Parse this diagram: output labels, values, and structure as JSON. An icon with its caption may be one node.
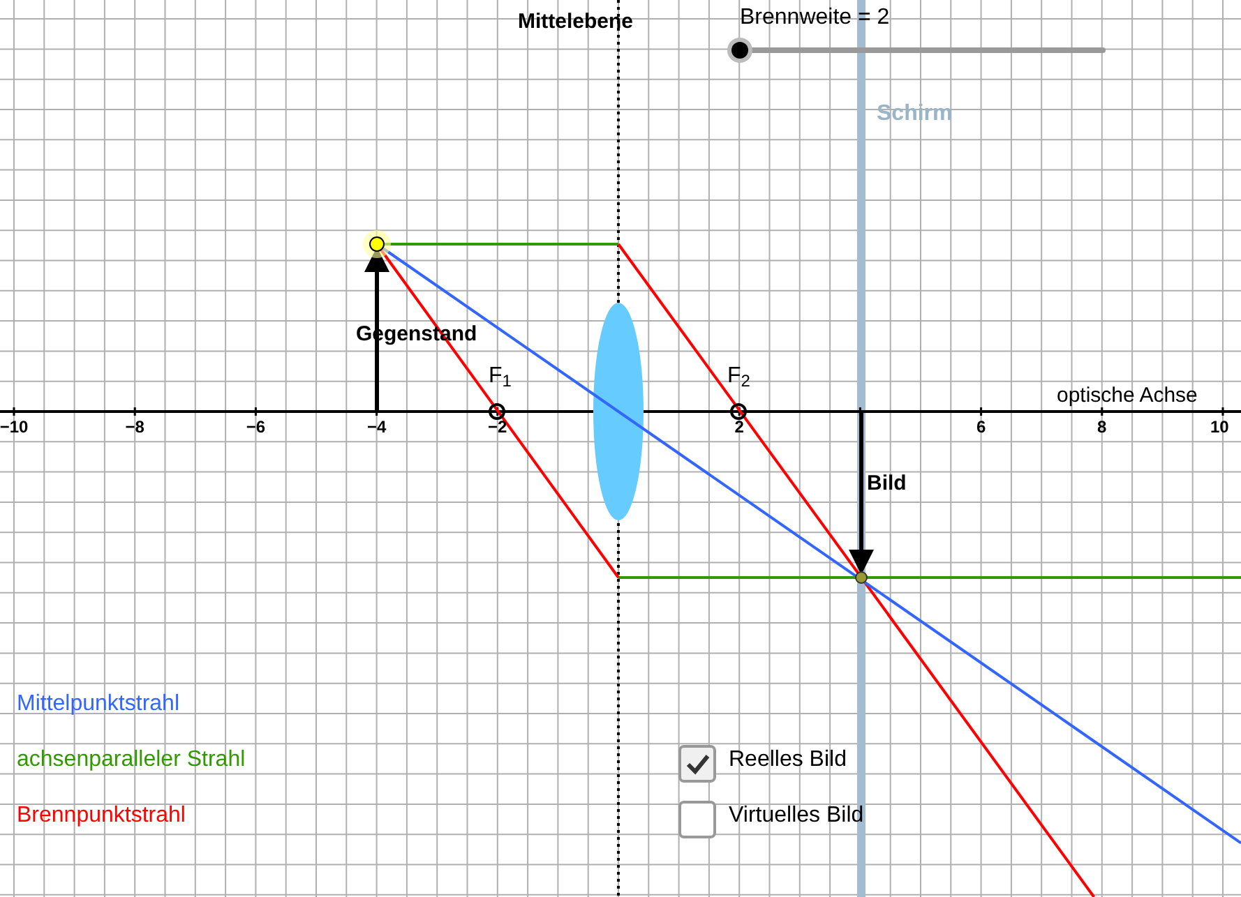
{
  "diagram": {
    "labels": [
      "Mittelebene",
      "Brennweite = 2",
      "Schirm",
      "Gegenstand",
      "F$_{1}$",
      "F$_{2}$",
      "optische Achse",
      "−10",
      "−8",
      "−6",
      "−4",
      "−2",
      "2",
      "6",
      "8",
      "10",
      "Bild",
      "Reelles Bild",
      "Virtuelles Bild"
    ],
    "legend": [
      {
        "text": "Mittelpunktstrahl",
        "color": "#3366ff"
      },
      {
        "text": "achsenparalleler Strahl",
        "color": "#339900"
      },
      {
        "text": "Brennpunktstrahl",
        "color": "#ff0000"
      }
    ]
  }
}
